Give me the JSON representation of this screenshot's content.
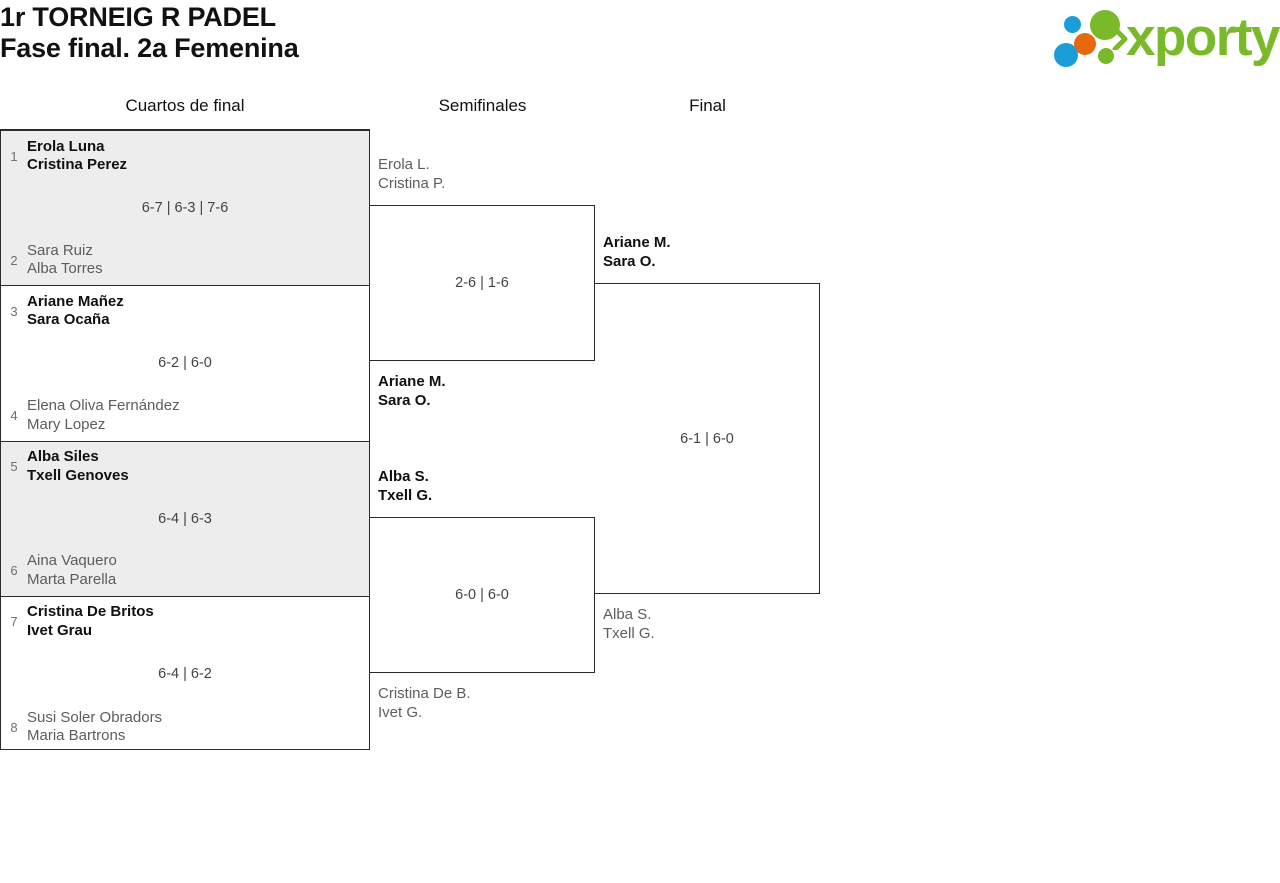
{
  "header": {
    "title_line1": "1r TORNEIG R PADEL",
    "title_line2": "Fase final. 2a Femenina",
    "logo": {
      "wordmark": "xporty",
      "dot_colors": [
        "#1b9dd9",
        "#7ab929",
        "#e8690b",
        "#1b9dd9",
        "#7ab929"
      ],
      "brand_green": "#7ab929",
      "brand_blue": "#1b9dd9",
      "brand_orange": "#e8690b"
    }
  },
  "columns": {
    "quarterfinals_label": "Cuartos de final",
    "semifinals_label": "Semifinales",
    "final_label": "Final"
  },
  "quarterfinals": [
    {
      "shaded": true,
      "score": "6-7 | 6-3 | 7-6",
      "top": {
        "seed": "1",
        "player1": "Erola Luna",
        "player2": "Cristina Perez",
        "winner": true
      },
      "bottom": {
        "seed": "2",
        "player1": "Sara Ruiz",
        "player2": "Alba Torres",
        "winner": false
      }
    },
    {
      "shaded": false,
      "score": "6-2 | 6-0",
      "top": {
        "seed": "3",
        "player1": "Ariane Mañez",
        "player2": "Sara Ocaña",
        "winner": true
      },
      "bottom": {
        "seed": "4",
        "player1": "Elena Oliva Fernández",
        "player2": "Mary Lopez",
        "winner": false
      }
    },
    {
      "shaded": true,
      "score": "6-4 | 6-3",
      "top": {
        "seed": "5",
        "player1": "Alba Siles",
        "player2": "Txell Genoves",
        "winner": true
      },
      "bottom": {
        "seed": "6",
        "player1": "Aina Vaquero",
        "player2": "Marta Parella",
        "winner": false
      }
    },
    {
      "shaded": false,
      "score": "6-4 | 6-2",
      "top": {
        "seed": "7",
        "player1": "Cristina De Britos",
        "player2": "Ivet Grau",
        "winner": true
      },
      "bottom": {
        "seed": "8",
        "player1": "Susi Soler Obradors",
        "player2": "Maria Bartrons",
        "winner": false
      }
    }
  ],
  "semifinals": [
    {
      "score": "2-6 | 1-6",
      "top": {
        "player1": "Erola L.",
        "player2": "Cristina P.",
        "winner": false
      },
      "bottom": {
        "player1": "Ariane M.",
        "player2": "Sara O.",
        "winner": true
      }
    },
    {
      "score": "6-0 | 6-0",
      "top": {
        "player1": "Alba S.",
        "player2": "Txell G.",
        "winner": true
      },
      "bottom": {
        "player1": "Cristina De B.",
        "player2": "Ivet G.",
        "winner": false
      }
    }
  ],
  "final": {
    "score": "6-1 | 6-0",
    "top": {
      "player1": "Ariane M.",
      "player2": "Sara O.",
      "winner": true
    },
    "bottom": {
      "player1": "Alba S.",
      "player2": "Txell G.",
      "winner": false
    }
  }
}
